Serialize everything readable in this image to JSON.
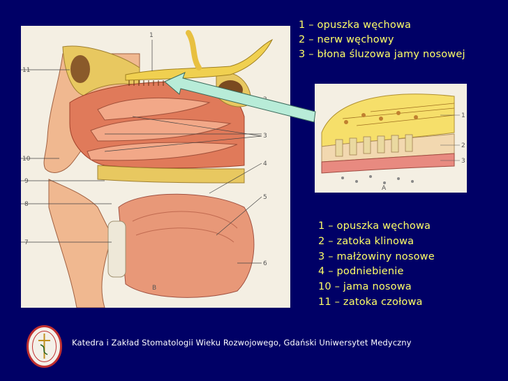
{
  "legend_top": [
    "1 – opuszka węchowa",
    "2 – nerw węchowy",
    "3 – błona śluzowa jamy nosowej"
  ],
  "legend_bottom": [
    "1 – opuszka węchowa",
    "2 – zatoka klinowa",
    "3 – małżowiny nosowe",
    "4 – podniebienie",
    "10 – jama nosowa",
    "11 – zatoka czołowa"
  ],
  "footer": "Katedra i Zakład Stomatologii Wieku Rozwojowego, Gdański Uniwersytet Medyczny",
  "main_figure_labels": {
    "n1": "1",
    "n2": "2",
    "n3": "3",
    "n4": "4",
    "n5": "5",
    "n6": "6",
    "n7": "7",
    "n8": "8",
    "n9": "9",
    "n10": "10",
    "n11": "11",
    "nB": "B"
  },
  "inset_labels": {
    "n1": "1",
    "n2": "2",
    "n3": "3",
    "nA": "A"
  },
  "colors": {
    "background": "#000066",
    "legend_text": "#ffff66",
    "footer_text": "#ffffff",
    "arrow_fill": "#b8ecd8"
  }
}
